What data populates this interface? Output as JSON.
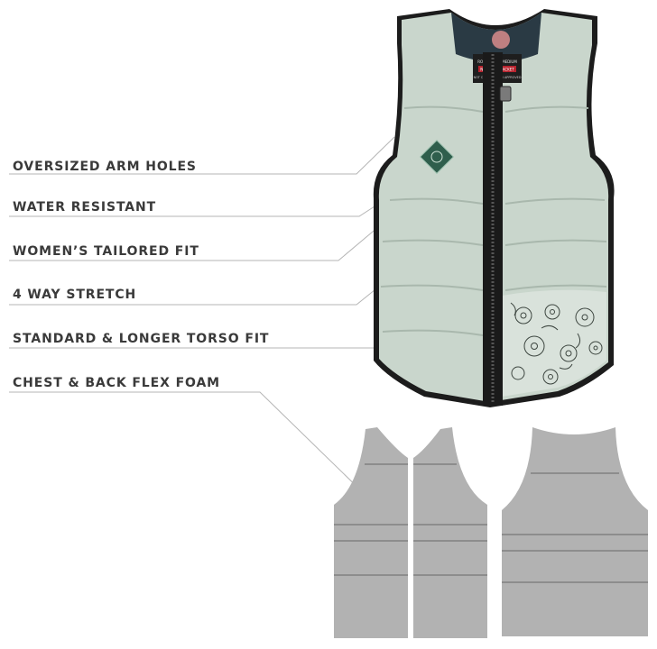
{
  "features": [
    {
      "label": "OVERSIZED ARM HOLES"
    },
    {
      "label": "WATER RESISTANT"
    },
    {
      "label": "WOMEN’S TAILORED FIT"
    },
    {
      "label": "4 WAY STRETCH"
    },
    {
      "label": "STANDARD & LONGER TORSO FIT"
    },
    {
      "label": "CHEST & BACK FLEX FOAM"
    }
  ],
  "vest": {
    "collar_tag_lines": [
      "RONIX WAKE MEDIUM",
      "NOT A LIFE JACKET",
      "NOT COAST GUARD APPROVED"
    ],
    "colors": {
      "shell": "#c9d6cc",
      "shell_shade": "#b3c2b7",
      "trim": "#1c1c1c",
      "floral_panel": "#d9e2db",
      "floral_ink": "#3d4640",
      "badge": "#2f5e4c",
      "collar_red": "#b8232e",
      "foam": "#b2b2b2",
      "foam_dark": "#8d8d8d",
      "leader": "#b5b5b5"
    }
  }
}
